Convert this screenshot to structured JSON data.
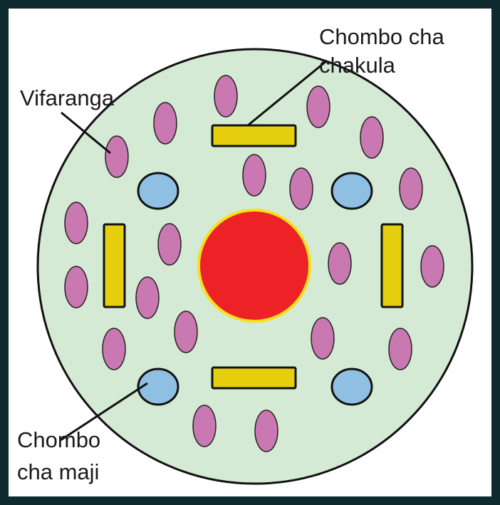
{
  "labels": {
    "vifaranga": "Vifaranga",
    "chakula_line1": "Chombo cha",
    "chakula_line2": "chakula",
    "maji_line1": "Chombo",
    "maji_line2": "cha maji"
  },
  "colors": {
    "frame": "#0e2a2e",
    "background": "#ffffff",
    "enclosure_fill": "#d5ead4",
    "chick": "#c978b2",
    "feeder": "#e5cf0f",
    "waterer": "#8fc0e4",
    "heater": "#ec2226",
    "heater_ring": "#f5e01a"
  },
  "icons": {
    "chick": "pink-oval",
    "feeder": "yellow-rectangle",
    "waterer": "blue-circle",
    "heater": "red-circle"
  }
}
